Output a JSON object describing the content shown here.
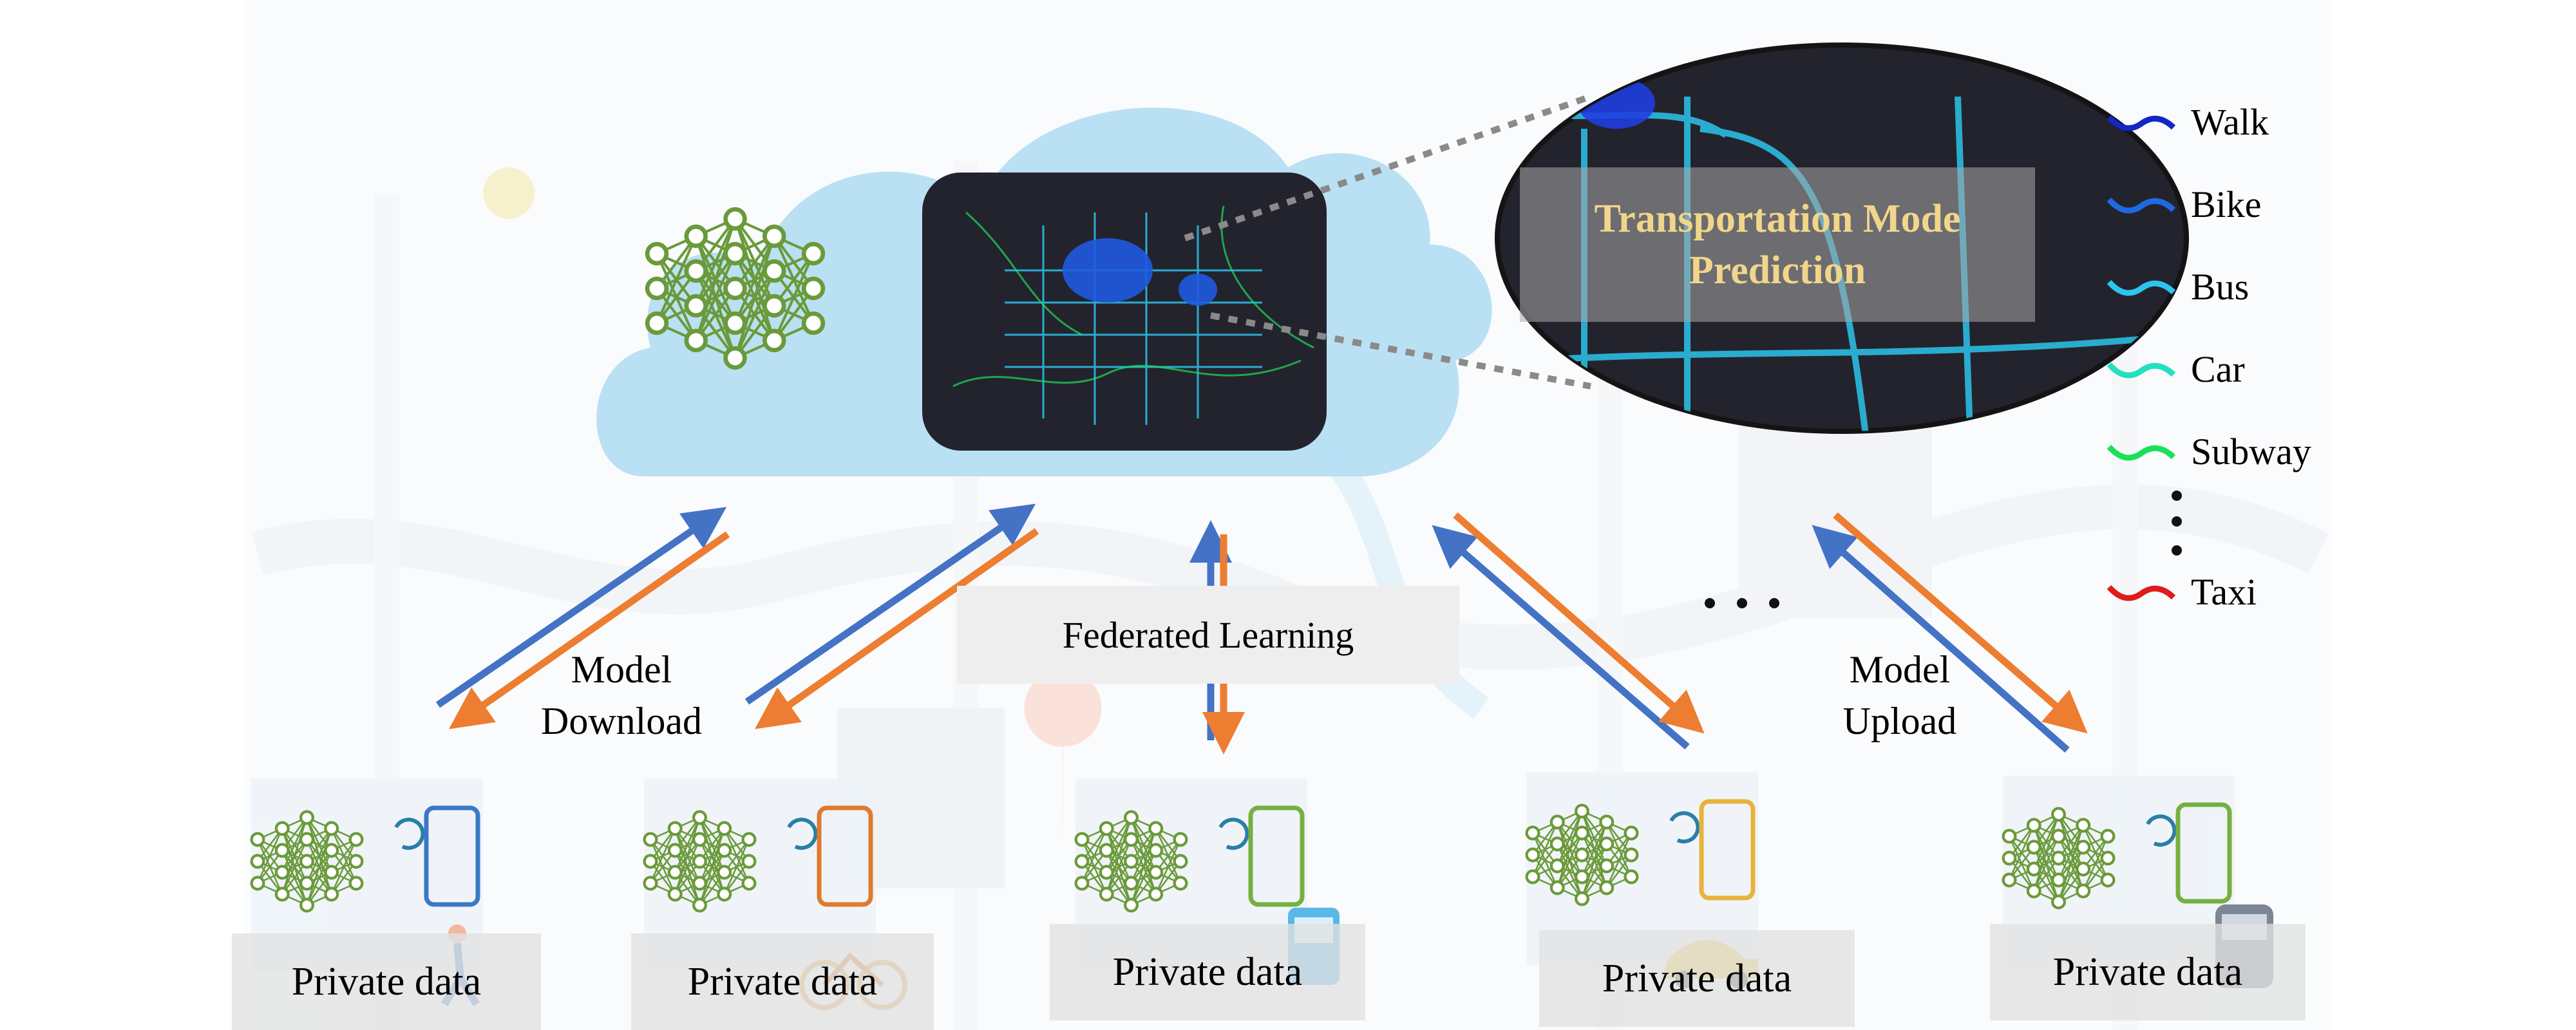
{
  "diagram": {
    "federated_label": "Federated Learning",
    "model_download": [
      "Model",
      "Download"
    ],
    "model_upload": [
      "Model",
      "Upload"
    ],
    "ellipsis": "· · ·",
    "callout": {
      "title_lines": [
        "Transportation Mode",
        "Prediction"
      ],
      "title_color": "#f1d58a"
    },
    "clients": [
      {
        "label": "Private data",
        "phone_color": "#3b78c7",
        "mode_icon": "walking-person-icon"
      },
      {
        "label": "Private data",
        "phone_color": "#e07a2f",
        "mode_icon": "bicycle-icon"
      },
      {
        "label": "Private data",
        "phone_color": "#76b041",
        "mode_icon": "bus-icon"
      },
      {
        "label": "Private data",
        "phone_color": "#e8b33a",
        "mode_icon": "car-icon"
      },
      {
        "label": "Private data",
        "phone_color": "#76b041",
        "mode_icon": "subway-icon"
      }
    ],
    "legend": [
      {
        "label": "Walk",
        "color": "#1226c8"
      },
      {
        "label": "Bike",
        "color": "#1f6ae0"
      },
      {
        "label": "Bus",
        "color": "#2cc5f0"
      },
      {
        "label": "Car",
        "color": "#23e0c0"
      },
      {
        "label": "Subway",
        "color": "#1ce05a"
      },
      {
        "label": "Taxi",
        "color": "#e01b1b"
      }
    ],
    "arrow_colors": {
      "upload": "#4472c4",
      "download": "#ed7d31"
    },
    "network_color": "#6a9a3a"
  }
}
